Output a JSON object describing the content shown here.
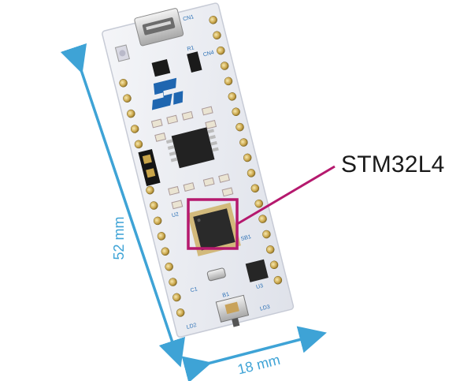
{
  "callout": {
    "label": "STM32L4",
    "color": "#b5196e"
  },
  "dimensions": {
    "length_label": "52 mm",
    "width_label": "18 mm",
    "color": "#3ea3d6"
  },
  "board_silkscreen": [
    "CN1",
    "CN4",
    "LD3",
    "LD2",
    "B1",
    "U2",
    "U3",
    "SB1",
    "C1",
    "R1"
  ],
  "icons": [
    "st-logo-icon",
    "usb-connector-icon",
    "push-button-icon"
  ]
}
